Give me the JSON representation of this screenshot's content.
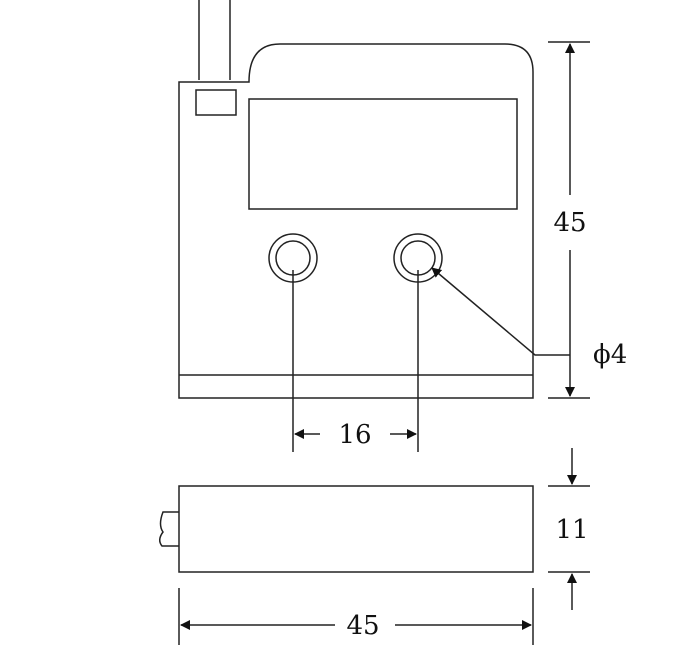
{
  "dimensions": {
    "height_front": "45",
    "hole_diameter": "ϕ4",
    "hole_spacing": "16",
    "thickness": "11",
    "width": "45"
  },
  "colors": {
    "line": "#222222",
    "background": "#ffffff"
  }
}
